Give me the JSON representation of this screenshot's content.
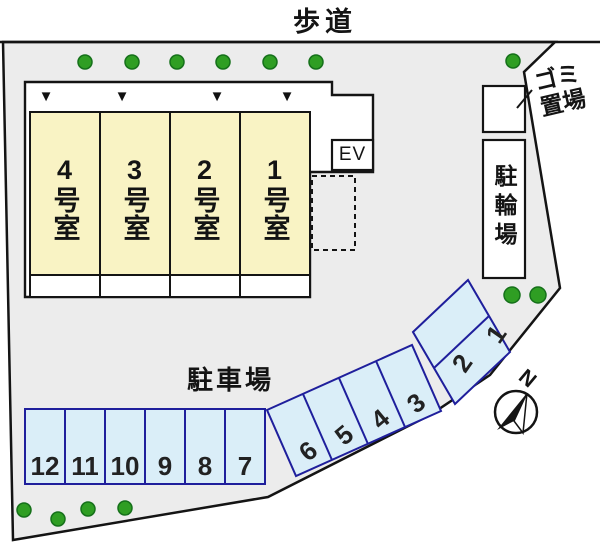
{
  "plan": {
    "sidewalk_label": "歩道",
    "building": {
      "rooms": [
        "4号室",
        "3号室",
        "2号室",
        "1号室"
      ],
      "elevator_label": "EV"
    },
    "garbage_area": {
      "line1": "ゴミ",
      "line2": "置場"
    },
    "bicycle_parking_label": "駐輪場",
    "parking": {
      "label": "駐車場",
      "row_spaces": [
        "12",
        "11",
        "10",
        "9",
        "8",
        "7"
      ],
      "diagonal_spaces_a": [
        "6",
        "5",
        "4",
        "3"
      ],
      "diagonal_spaces_b": [
        "2",
        "1"
      ]
    },
    "compass_north_label": "N"
  },
  "icons": {
    "entrance_marker": "▼"
  },
  "colors": {
    "site_fill": "#ececec",
    "outline": "#141414",
    "room_fill": "#f9f3c4",
    "parking_fill": "#daeef8",
    "parking_border": "#1f1f9c",
    "tree_green": "#2f9e23"
  }
}
